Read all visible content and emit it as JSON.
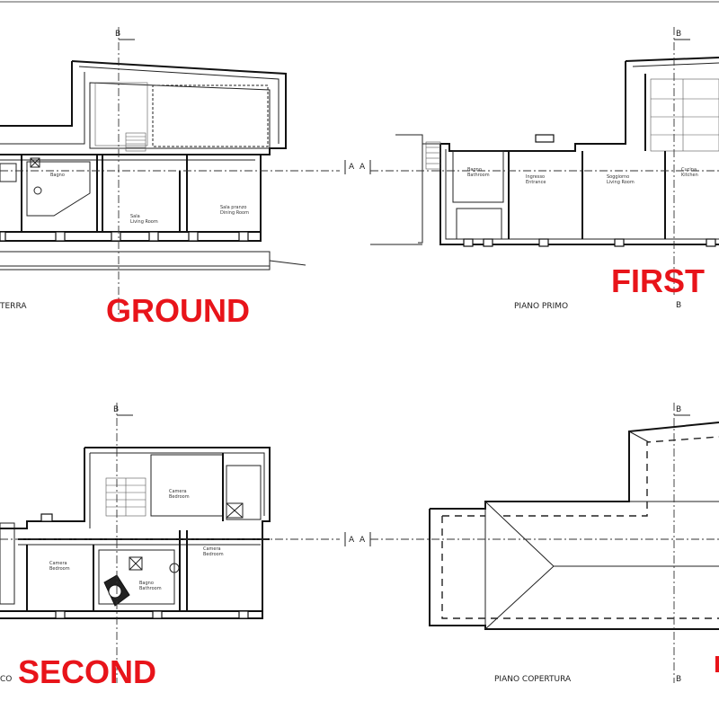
{
  "labels": {
    "ground": "GROUND",
    "first": "FIRST",
    "second": "SECOND"
  },
  "plan_titles": {
    "ground": "TERRA",
    "first": "PIANO PRIMO",
    "second": "CO",
    "roof": "PIANO COPERTURA"
  },
  "markers": {
    "section_b": "B",
    "section_a": "A"
  },
  "colors": {
    "label_red": "#e8141a"
  }
}
